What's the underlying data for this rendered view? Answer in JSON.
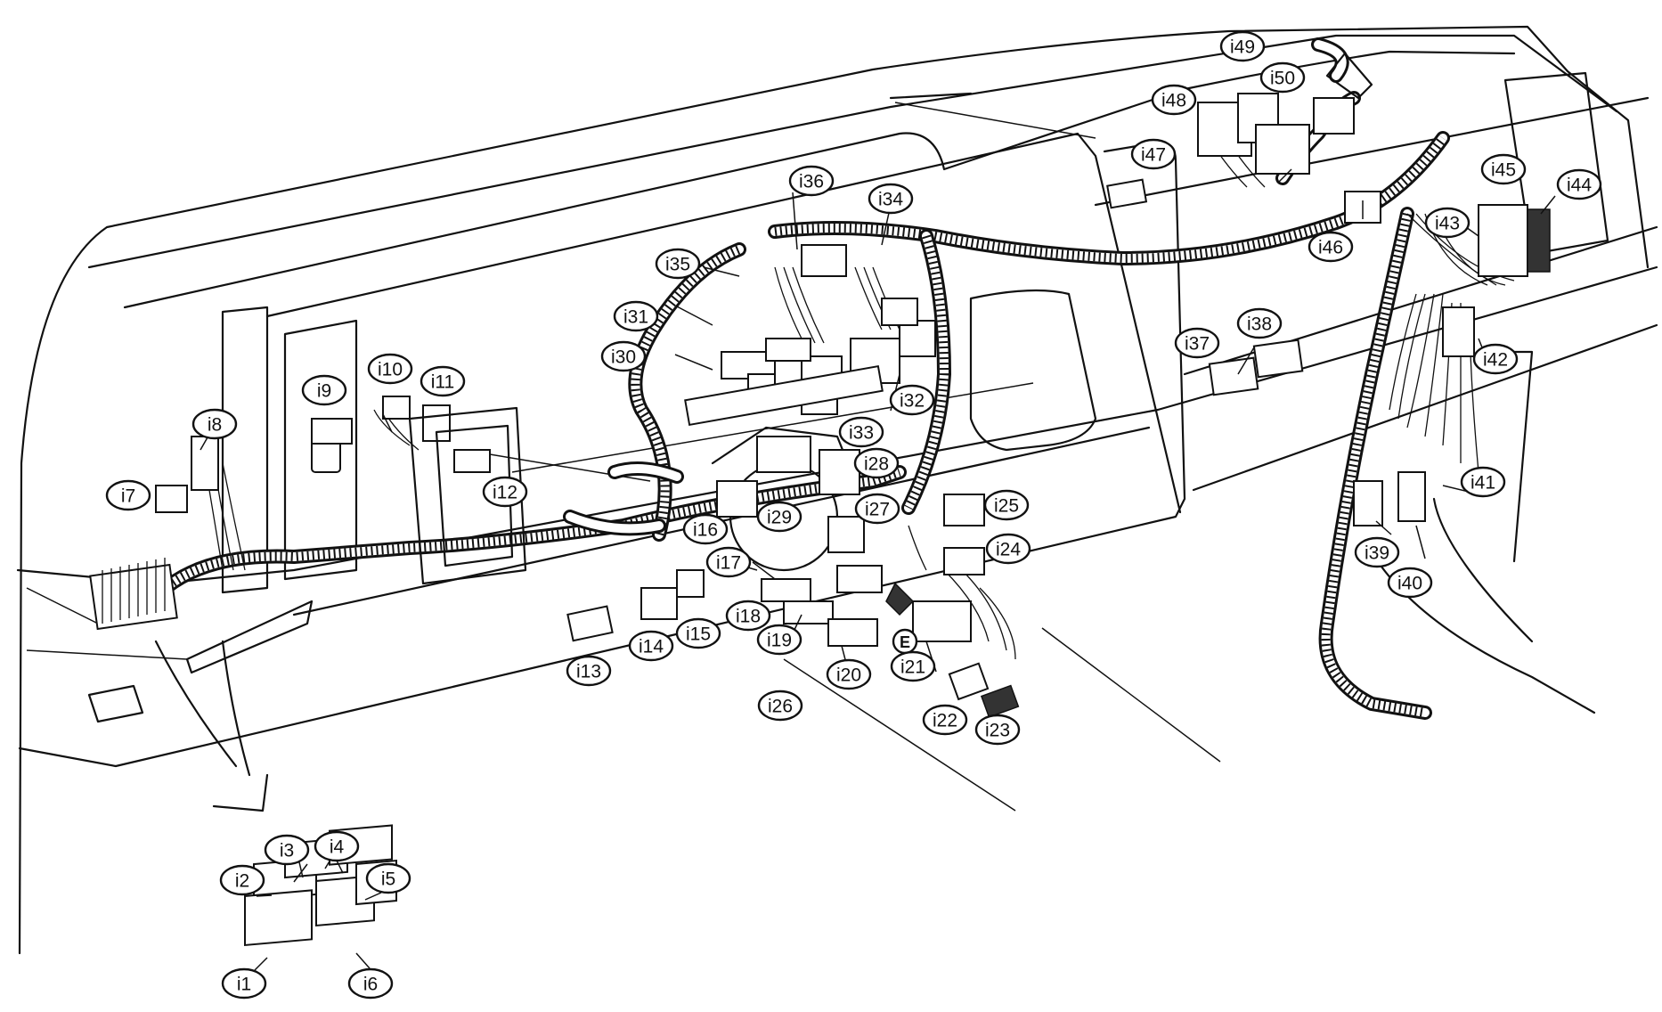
{
  "diagram": {
    "ground_label": "E",
    "callouts": [
      {
        "id": "i1",
        "label": "i1"
      },
      {
        "id": "i2",
        "label": "i2"
      },
      {
        "id": "i3",
        "label": "i3"
      },
      {
        "id": "i4",
        "label": "i4"
      },
      {
        "id": "i5",
        "label": "i5"
      },
      {
        "id": "i6",
        "label": "i6"
      },
      {
        "id": "i7",
        "label": "i7"
      },
      {
        "id": "i8",
        "label": "i8"
      },
      {
        "id": "i9",
        "label": "i9"
      },
      {
        "id": "i10",
        "label": "i10"
      },
      {
        "id": "i11",
        "label": "i11"
      },
      {
        "id": "i12",
        "label": "i12"
      },
      {
        "id": "i13",
        "label": "i13"
      },
      {
        "id": "i14",
        "label": "i14"
      },
      {
        "id": "i15",
        "label": "i15"
      },
      {
        "id": "i16",
        "label": "i16"
      },
      {
        "id": "i17",
        "label": "i17"
      },
      {
        "id": "i18",
        "label": "i18"
      },
      {
        "id": "i19",
        "label": "i19"
      },
      {
        "id": "i20",
        "label": "i20"
      },
      {
        "id": "i21",
        "label": "i21"
      },
      {
        "id": "i22",
        "label": "i22"
      },
      {
        "id": "i23",
        "label": "i23"
      },
      {
        "id": "i24",
        "label": "i24"
      },
      {
        "id": "i25",
        "label": "i25"
      },
      {
        "id": "i26",
        "label": "i26"
      },
      {
        "id": "i27",
        "label": "i27"
      },
      {
        "id": "i28",
        "label": "i28"
      },
      {
        "id": "i29",
        "label": "i29"
      },
      {
        "id": "i30",
        "label": "i30"
      },
      {
        "id": "i31",
        "label": "i31"
      },
      {
        "id": "i32",
        "label": "i32"
      },
      {
        "id": "i33",
        "label": "i33"
      },
      {
        "id": "i34",
        "label": "i34"
      },
      {
        "id": "i35",
        "label": "i35"
      },
      {
        "id": "i36",
        "label": "i36"
      },
      {
        "id": "i37",
        "label": "i37"
      },
      {
        "id": "i38",
        "label": "i38"
      },
      {
        "id": "i39",
        "label": "i39"
      },
      {
        "id": "i40",
        "label": "i40"
      },
      {
        "id": "i41",
        "label": "i41"
      },
      {
        "id": "i42",
        "label": "i42"
      },
      {
        "id": "i43",
        "label": "i43"
      },
      {
        "id": "i44",
        "label": "i44"
      },
      {
        "id": "i45",
        "label": "i45"
      },
      {
        "id": "i46",
        "label": "i46"
      },
      {
        "id": "i47",
        "label": "i47"
      },
      {
        "id": "i48",
        "label": "i48"
      },
      {
        "id": "i49",
        "label": "i49"
      },
      {
        "id": "i50",
        "label": "i50"
      }
    ]
  }
}
